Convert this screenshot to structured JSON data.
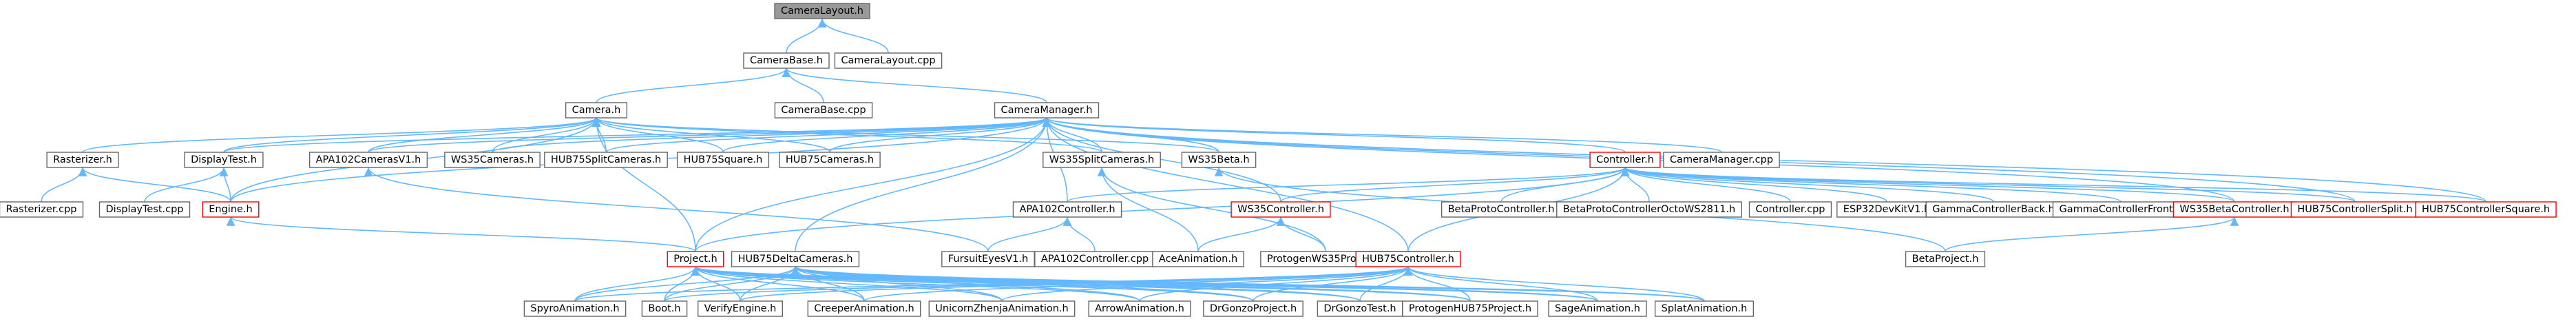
{
  "diagram": {
    "colors": {
      "edge": "#63b8ff",
      "normal_border": "#666666",
      "normal_fill": "#ffffff",
      "highlight_border": "#ff0000",
      "root_fill": "#999999"
    },
    "nodes": [
      {
        "id": "CameraLayout_h",
        "label": "CameraLayout.h",
        "style": "root"
      },
      {
        "id": "CameraBase_h",
        "label": "CameraBase.h",
        "style": "normal"
      },
      {
        "id": "CameraLayout_cpp",
        "label": "CameraLayout.cpp",
        "style": "normal"
      },
      {
        "id": "Camera_h",
        "label": "Camera.h",
        "style": "normal"
      },
      {
        "id": "CameraBase_cpp",
        "label": "CameraBase.cpp",
        "style": "normal"
      },
      {
        "id": "CameraManager_h",
        "label": "CameraManager.h",
        "style": "normal"
      },
      {
        "id": "Rasterizer_h",
        "label": "Rasterizer.h",
        "style": "normal"
      },
      {
        "id": "DisplayTest_h",
        "label": "DisplayTest.h",
        "style": "normal"
      },
      {
        "id": "APA102CamerasV1_h",
        "label": "APA102CamerasV1.h",
        "style": "normal"
      },
      {
        "id": "WS35Cameras_h",
        "label": "WS35Cameras.h",
        "style": "normal"
      },
      {
        "id": "HUB75SplitCameras_h",
        "label": "HUB75SplitCameras.h",
        "style": "normal"
      },
      {
        "id": "HUB75Square_h",
        "label": "HUB75Square.h",
        "style": "normal"
      },
      {
        "id": "HUB75Cameras_h",
        "label": "HUB75Cameras.h",
        "style": "normal"
      },
      {
        "id": "WS35SplitCameras_h",
        "label": "WS35SplitCameras.h",
        "style": "normal"
      },
      {
        "id": "WS35Beta_h",
        "label": "WS35Beta.h",
        "style": "normal"
      },
      {
        "id": "Controller_h",
        "label": "Controller.h",
        "style": "highlight"
      },
      {
        "id": "CameraManager_cpp",
        "label": "CameraManager.cpp",
        "style": "normal"
      },
      {
        "id": "Rasterizer_cpp",
        "label": "Rasterizer.cpp",
        "style": "normal"
      },
      {
        "id": "DisplayTest_cpp",
        "label": "DisplayTest.cpp",
        "style": "normal"
      },
      {
        "id": "Engine_h",
        "label": "Engine.h",
        "style": "highlight"
      },
      {
        "id": "APA102Controller_h",
        "label": "APA102Controller.h",
        "style": "normal"
      },
      {
        "id": "WS35Controller_h",
        "label": "WS35Controller.h",
        "style": "highlight"
      },
      {
        "id": "BetaProtoController_h",
        "label": "BetaProtoController.h",
        "style": "normal"
      },
      {
        "id": "BetaProtoControllerOctoWS2811_h",
        "label": "BetaProtoControllerOctoWS2811.h",
        "style": "normal"
      },
      {
        "id": "Controller_cpp",
        "label": "Controller.cpp",
        "style": "normal"
      },
      {
        "id": "ESP32DevKitV1_h",
        "label": "ESP32DevKitV1.h",
        "style": "normal"
      },
      {
        "id": "GammaControllerBack_h",
        "label": "GammaControllerBack.h",
        "style": "normal"
      },
      {
        "id": "GammaControllerFront_h",
        "label": "GammaControllerFront.h",
        "style": "normal"
      },
      {
        "id": "WS35BetaController_h",
        "label": "WS35BetaController.h",
        "style": "highlight"
      },
      {
        "id": "HUB75ControllerSplit_h",
        "label": "HUB75ControllerSplit.h",
        "style": "highlight"
      },
      {
        "id": "HUB75ControllerSquare_h",
        "label": "HUB75ControllerSquare.h",
        "style": "highlight"
      },
      {
        "id": "FursuitEyesV1_h",
        "label": "FursuitEyesV1.h",
        "style": "normal"
      },
      {
        "id": "APA102Controller_cpp",
        "label": "APA102Controller.cpp",
        "style": "normal"
      },
      {
        "id": "AceAnimation_h",
        "label": "AceAnimation.h",
        "style": "normal"
      },
      {
        "id": "ProtogenWS35Project_h",
        "label": "ProtogenWS35Project.h",
        "style": "normal"
      },
      {
        "id": "BetaProject_h",
        "label": "BetaProject.h",
        "style": "normal"
      },
      {
        "id": "Project_h",
        "label": "Project.h",
        "style": "highlight"
      },
      {
        "id": "HUB75DeltaCameras_h",
        "label": "HUB75DeltaCameras.h",
        "style": "normal"
      },
      {
        "id": "HUB75Controller_h",
        "label": "HUB75Controller.h",
        "style": "highlight"
      },
      {
        "id": "SpyroAnimation_h",
        "label": "SpyroAnimation.h",
        "style": "normal"
      },
      {
        "id": "Boot_h",
        "label": "Boot.h",
        "style": "normal"
      },
      {
        "id": "VerifyEngine_h",
        "label": "VerifyEngine.h",
        "style": "normal"
      },
      {
        "id": "CreeperAnimation_h",
        "label": "CreeperAnimation.h",
        "style": "normal"
      },
      {
        "id": "UnicornZhenjaAnimation_h",
        "label": "UnicornZhenjaAnimation.h",
        "style": "normal"
      },
      {
        "id": "ArrowAnimation_h",
        "label": "ArrowAnimation.h",
        "style": "normal"
      },
      {
        "id": "DrGonzoProject_h",
        "label": "DrGonzoProject.h",
        "style": "normal"
      },
      {
        "id": "DrGonzoTest_h",
        "label": "DrGonzoTest.h",
        "style": "normal"
      },
      {
        "id": "ProtogenHUB75Project_h",
        "label": "ProtogenHUB75Project.h",
        "style": "normal"
      },
      {
        "id": "SageAnimation_h",
        "label": "SageAnimation.h",
        "style": "normal"
      },
      {
        "id": "SplatAnimation_h",
        "label": "SplatAnimation.h",
        "style": "normal"
      }
    ],
    "edges": [
      [
        "CameraLayout_h",
        "CameraBase_h"
      ],
      [
        "CameraLayout_h",
        "CameraLayout_cpp"
      ],
      [
        "CameraBase_h",
        "Camera_h"
      ],
      [
        "CameraBase_h",
        "CameraBase_cpp"
      ],
      [
        "CameraBase_h",
        "CameraManager_h"
      ],
      [
        "Camera_h",
        "Rasterizer_h"
      ],
      [
        "Camera_h",
        "DisplayTest_h"
      ],
      [
        "Camera_h",
        "APA102CamerasV1_h"
      ],
      [
        "Camera_h",
        "WS35Cameras_h"
      ],
      [
        "Camera_h",
        "HUB75SplitCameras_h"
      ],
      [
        "Camera_h",
        "HUB75Square_h"
      ],
      [
        "Camera_h",
        "HUB75Cameras_h"
      ],
      [
        "Camera_h",
        "WS35SplitCameras_h"
      ],
      [
        "Camera_h",
        "WS35Beta_h"
      ],
      [
        "Camera_h",
        "Project_h"
      ],
      [
        "Camera_h",
        "Engine_h"
      ],
      [
        "CameraManager_h",
        "DisplayTest_h"
      ],
      [
        "CameraManager_h",
        "APA102CamerasV1_h"
      ],
      [
        "CameraManager_h",
        "WS35Cameras_h"
      ],
      [
        "CameraManager_h",
        "HUB75SplitCameras_h"
      ],
      [
        "CameraManager_h",
        "HUB75Square_h"
      ],
      [
        "CameraManager_h",
        "HUB75Cameras_h"
      ],
      [
        "CameraManager_h",
        "WS35SplitCameras_h"
      ],
      [
        "CameraManager_h",
        "WS35Beta_h"
      ],
      [
        "CameraManager_h",
        "Controller_h"
      ],
      [
        "CameraManager_h",
        "CameraManager_cpp"
      ],
      [
        "CameraManager_h",
        "Engine_h"
      ],
      [
        "CameraManager_h",
        "APA102Controller_h"
      ],
      [
        "CameraManager_h",
        "WS35Controller_h"
      ],
      [
        "CameraManager_h",
        "WS35BetaController_h"
      ],
      [
        "CameraManager_h",
        "HUB75ControllerSplit_h"
      ],
      [
        "CameraManager_h",
        "HUB75ControllerSquare_h"
      ],
      [
        "CameraManager_h",
        "Project_h"
      ],
      [
        "CameraManager_h",
        "HUB75DeltaCameras_h"
      ],
      [
        "CameraManager_h",
        "HUB75Controller_h"
      ],
      [
        "Rasterizer_h",
        "Rasterizer_cpp"
      ],
      [
        "Rasterizer_h",
        "Engine_h"
      ],
      [
        "DisplayTest_h",
        "DisplayTest_cpp"
      ],
      [
        "DisplayTest_h",
        "Engine_h"
      ],
      [
        "APA102CamerasV1_h",
        "FursuitEyesV1_h"
      ],
      [
        "WS35SplitCameras_h",
        "AceAnimation_h"
      ],
      [
        "WS35SplitCameras_h",
        "ProtogenWS35Project_h"
      ],
      [
        "WS35Beta_h",
        "BetaProject_h"
      ],
      [
        "Controller_h",
        "APA102Controller_h"
      ],
      [
        "Controller_h",
        "WS35Controller_h"
      ],
      [
        "Controller_h",
        "BetaProtoController_h"
      ],
      [
        "Controller_h",
        "BetaProtoControllerOctoWS2811_h"
      ],
      [
        "Controller_h",
        "Controller_cpp"
      ],
      [
        "Controller_h",
        "ESP32DevKitV1_h"
      ],
      [
        "Controller_h",
        "GammaControllerBack_h"
      ],
      [
        "Controller_h",
        "GammaControllerFront_h"
      ],
      [
        "Controller_h",
        "WS35BetaController_h"
      ],
      [
        "Controller_h",
        "HUB75ControllerSplit_h"
      ],
      [
        "Controller_h",
        "HUB75ControllerSquare_h"
      ],
      [
        "Controller_h",
        "HUB75Controller_h"
      ],
      [
        "Controller_h",
        "Project_h"
      ],
      [
        "Engine_h",
        "Project_h"
      ],
      [
        "APA102Controller_h",
        "FursuitEyesV1_h"
      ],
      [
        "APA102Controller_h",
        "APA102Controller_cpp"
      ],
      [
        "WS35Controller_h",
        "AceAnimation_h"
      ],
      [
        "WS35Controller_h",
        "ProtogenWS35Project_h"
      ],
      [
        "WS35BetaController_h",
        "BetaProject_h"
      ],
      [
        "Project_h",
        "SpyroAnimation_h"
      ],
      [
        "Project_h",
        "Boot_h"
      ],
      [
        "Project_h",
        "VerifyEngine_h"
      ],
      [
        "Project_h",
        "CreeperAnimation_h"
      ],
      [
        "Project_h",
        "UnicornZhenjaAnimation_h"
      ],
      [
        "Project_h",
        "ArrowAnimation_h"
      ],
      [
        "Project_h",
        "DrGonzoProject_h"
      ],
      [
        "Project_h",
        "DrGonzoTest_h"
      ],
      [
        "Project_h",
        "ProtogenHUB75Project_h"
      ],
      [
        "Project_h",
        "SageAnimation_h"
      ],
      [
        "Project_h",
        "SplatAnimation_h"
      ],
      [
        "HUB75DeltaCameras_h",
        "SpyroAnimation_h"
      ],
      [
        "HUB75DeltaCameras_h",
        "Boot_h"
      ],
      [
        "HUB75DeltaCameras_h",
        "VerifyEngine_h"
      ],
      [
        "HUB75DeltaCameras_h",
        "CreeperAnimation_h"
      ],
      [
        "HUB75DeltaCameras_h",
        "UnicornZhenjaAnimation_h"
      ],
      [
        "HUB75DeltaCameras_h",
        "ArrowAnimation_h"
      ],
      [
        "HUB75DeltaCameras_h",
        "DrGonzoProject_h"
      ],
      [
        "HUB75DeltaCameras_h",
        "DrGonzoTest_h"
      ],
      [
        "HUB75DeltaCameras_h",
        "ProtogenHUB75Project_h"
      ],
      [
        "HUB75DeltaCameras_h",
        "SageAnimation_h"
      ],
      [
        "HUB75DeltaCameras_h",
        "SplatAnimation_h"
      ],
      [
        "HUB75Controller_h",
        "SpyroAnimation_h"
      ],
      [
        "HUB75Controller_h",
        "Boot_h"
      ],
      [
        "HUB75Controller_h",
        "VerifyEngine_h"
      ],
      [
        "HUB75Controller_h",
        "CreeperAnimation_h"
      ],
      [
        "HUB75Controller_h",
        "UnicornZhenjaAnimation_h"
      ],
      [
        "HUB75Controller_h",
        "ArrowAnimation_h"
      ],
      [
        "HUB75Controller_h",
        "DrGonzoProject_h"
      ],
      [
        "HUB75Controller_h",
        "DrGonzoTest_h"
      ],
      [
        "HUB75Controller_h",
        "ProtogenHUB75Project_h"
      ],
      [
        "HUB75Controller_h",
        "SageAnimation_h"
      ],
      [
        "HUB75Controller_h",
        "SplatAnimation_h"
      ]
    ]
  }
}
